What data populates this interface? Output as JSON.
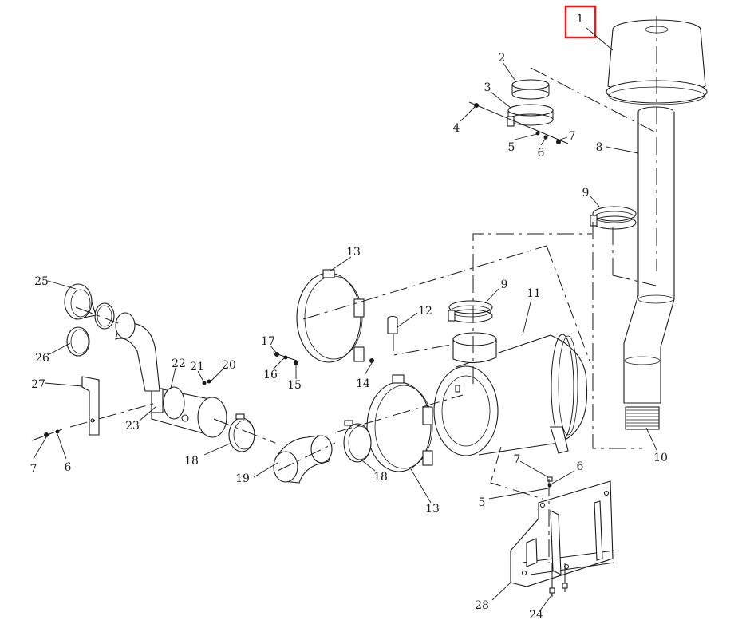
{
  "highlight_color": "#e02020",
  "callouts": {
    "c1": "1",
    "c2": "2",
    "c3": "3",
    "c4": "4",
    "c5": "5",
    "c6": "6",
    "c7": "7",
    "c8": "8",
    "c9": "9",
    "c9b": "9",
    "c10": "10",
    "c11": "11",
    "c12": "12",
    "c13": "13",
    "c13b": "13",
    "c14": "14",
    "c15": "15",
    "c16": "16",
    "c17": "17",
    "c18": "18",
    "c18b": "18",
    "c19": "19",
    "c20": "20",
    "c21": "21",
    "c22": "22",
    "c23": "23",
    "c24": "24",
    "c25": "25",
    "c26": "26",
    "c27": "27",
    "c28": "28",
    "c5b": "5",
    "c6b": "6",
    "c7b": "7",
    "c6c": "6",
    "c7c": "7"
  }
}
